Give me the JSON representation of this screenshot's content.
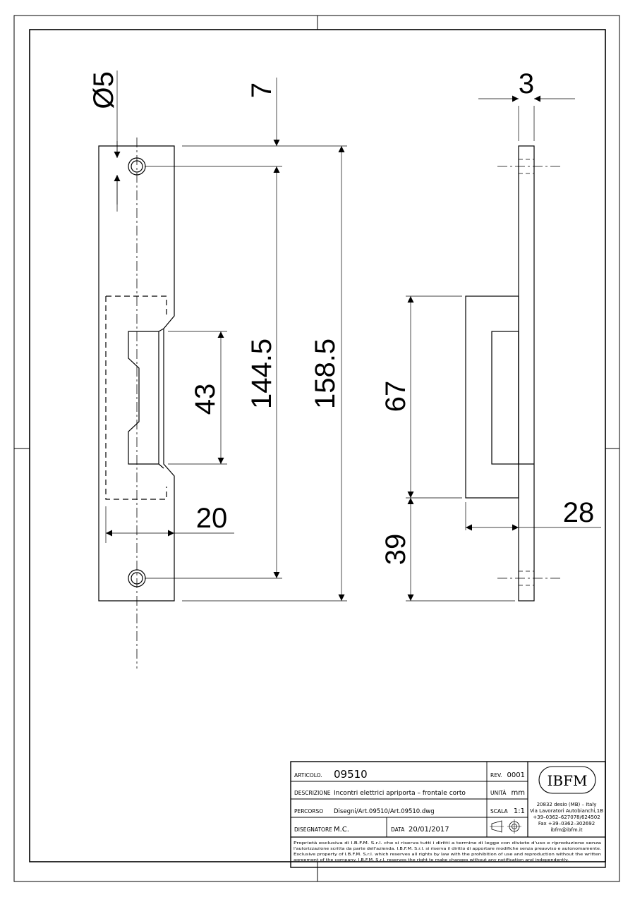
{
  "drawing": {
    "dimensions": {
      "hole_diameter": "Ø5",
      "top_offset": "7",
      "hole_spacing": "144.5",
      "overall_length": "158.5",
      "opening_height": "43",
      "width": "20",
      "thickness": "3",
      "box_height": "67",
      "bottom_offset": "39",
      "box_depth": "28"
    }
  },
  "title_block": {
    "articolo_label": "ARTICOLO.",
    "articolo_value": "09510",
    "rev_label": "REV.",
    "rev_value": "0001",
    "descrizione_label": "DESCRIZIONE",
    "descrizione_value": "Incontri elettrici apriporta – frontale corto",
    "unita_label": "UNITÀ",
    "unita_value": "mm",
    "percorso_label": "PERCORSO",
    "percorso_value": "Disegni/Art.09510/Art.09510.dwg",
    "scala_label": "SCALA",
    "scala_value": "1:1",
    "disegnatore_label": "DISEGNATORE",
    "disegnatore_value": "M.C.",
    "data_label": "DATA",
    "data_value": "20/01/2017",
    "logo_text": "IBFM",
    "address_lines": [
      "20832 desio (MB) – Italy",
      "Via Lavoratori Autobianchi,1B",
      "+39–0362–627078/624502",
      "Fax +39–0362–302692",
      "ibfm@ibfm.it"
    ],
    "legal_lines": [
      "Proprietà esclusiva di I.B.F.M. S.r.l. che si riserva tutti i diritti a termine di legge con divieto d'uso e riproduzione senza",
      "l'autorizzazione scritta da parte dell'azienda. I.B.F.M. S.r.l. si riserva il diritto di apportare modifiche senza preavviso e autonomamente.",
      "Exclusive property of I.B.F.M. S.r.l. which reserves all rights by law with the prohibition of use and reproduction without the written",
      "agreement of the company. I.B.F.M. S.r.l. reserves the right to make changes without any notification and independently."
    ]
  }
}
